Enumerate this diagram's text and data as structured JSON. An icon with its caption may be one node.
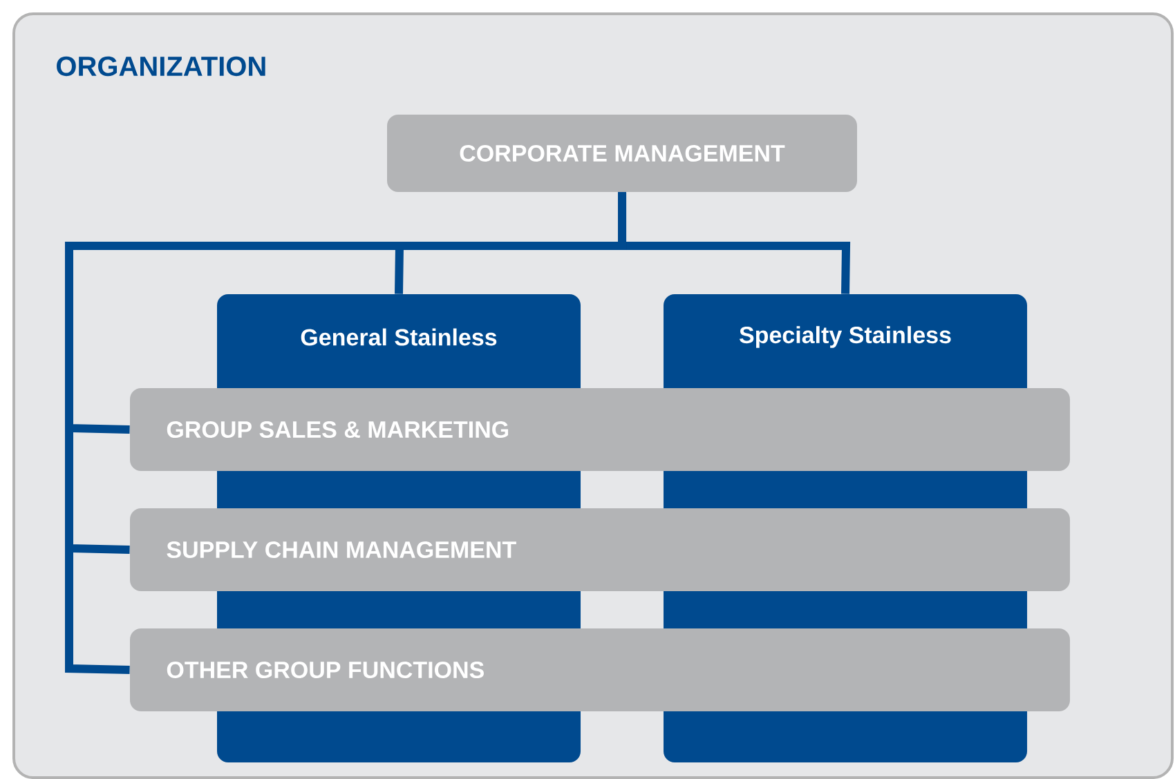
{
  "diagram": {
    "title": "ORGANIZATION",
    "nodes": [
      {
        "text": [
          "CORPORATE MANAGEMENT"
        ]
      },
      {
        "text": [
          "General Stainless"
        ]
      },
      {
        "text": [
          "Specialty Stainless"
        ]
      },
      {
        "text": [
          "GROUP SALES & MARKETING"
        ]
      },
      {
        "text": [
          "SUPPLY CHAIN MANAGEMENT"
        ]
      },
      {
        "text": [
          "OTHER GROUP FUNCTIONS"
        ]
      }
    ],
    "edges": [
      {
        "from": 0,
        "to": 1,
        "arrow": "none"
      },
      {
        "from": 0,
        "to": 2,
        "arrow": "none"
      },
      {
        "from": 0,
        "to": 3,
        "arrow": "none"
      },
      {
        "from": 0,
        "to": 4,
        "arrow": "none"
      },
      {
        "from": 0,
        "to": 5,
        "arrow": "none"
      }
    ]
  }
}
